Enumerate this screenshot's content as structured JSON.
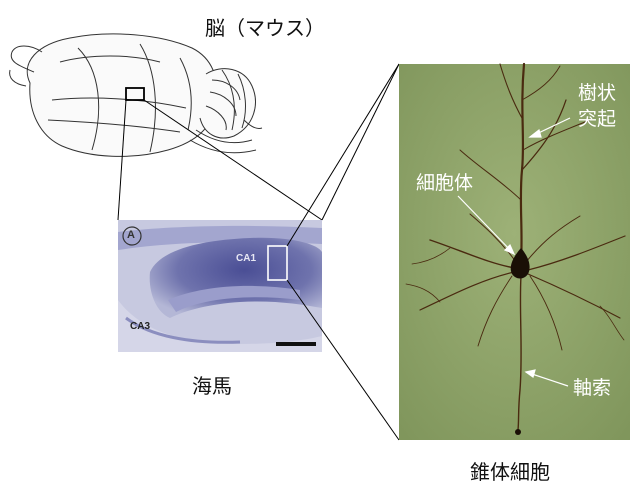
{
  "title": "脳（マウス）",
  "hippocampus": {
    "caption": "海馬",
    "panel_letter": "A",
    "ca1_label": "CA1",
    "ca3_label": "CA3"
  },
  "neuron": {
    "caption": "錐体細胞",
    "dendrite_line1": "樹状",
    "dendrite_line2": "突起",
    "soma_label": "細胞体",
    "axon_label": "軸索"
  },
  "colors": {
    "neuron_bg": "#8fa46a",
    "neuron_ink": "#4a2a10",
    "hippo_bg": "#b9bcd9",
    "hippo_dark": "#3c3f86",
    "annotation": "#ffffff"
  }
}
